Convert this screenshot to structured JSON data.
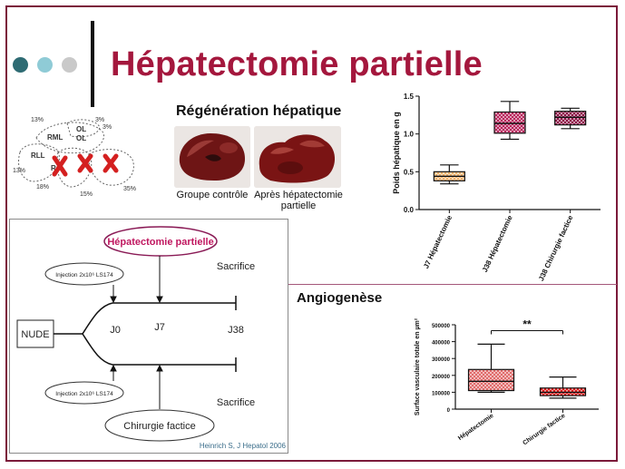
{
  "slide": {
    "title": "Hépatectomie partielle",
    "bullet_colors": [
      "#2e6b73",
      "#8fcbd6",
      "#c9c9c9"
    ],
    "accent_color": "#a4173d"
  },
  "liver_diagram": {
    "labels": [
      "13%",
      "3%",
      "3%",
      "RML",
      "OL",
      "OL",
      "RLL",
      "R",
      "13%",
      "18%",
      "15%",
      "35%"
    ]
  },
  "regeneration": {
    "heading": "Régénération hépatique",
    "caption_control": "Groupe contrôle",
    "caption_after": "Après hépatectomie partielle"
  },
  "protocol": {
    "top_oval": "Hépatectomie partielle",
    "bottom_oval": "Chirurgie factice",
    "nude": "NUDE",
    "injection_top": "Injection 2x10⁶ LS174",
    "injection_bottom": "Injection 2x10⁶ LS174",
    "sacrifice_top": "Sacrifice",
    "sacrifice_bottom": "Sacrifice",
    "j0": "J0",
    "j7": "J7",
    "j38": "J38",
    "credit": "Heinrich S, J Hepatol 2006"
  },
  "angiogenese": {
    "heading": "Angiogenèse"
  },
  "chart_data": [
    {
      "type": "box",
      "ylabel": "Poids hépatique en g",
      "ylim": [
        0.0,
        1.5
      ],
      "yticks": [
        "0.0",
        "0.5",
        "1.0",
        "1.5"
      ],
      "categories": [
        "J7 Hépatectomie",
        "J38 Hépatectomie",
        "J38 Chirurgie factice"
      ],
      "boxes": [
        {
          "min": 0.34,
          "q1": 0.38,
          "median": 0.44,
          "q3": 0.5,
          "max": 0.59,
          "color": "#f2b26b"
        },
        {
          "min": 0.93,
          "q1": 1.01,
          "median": 1.14,
          "q3": 1.29,
          "max": 1.43,
          "color": "#b8235b"
        },
        {
          "min": 1.07,
          "q1": 1.12,
          "median": 1.22,
          "q3": 1.3,
          "max": 1.34,
          "color": "#8d1246"
        }
      ]
    },
    {
      "type": "box",
      "ylabel": "Surface vasculaire totale en µm²",
      "ylim": [
        0,
        500000
      ],
      "yticks": [
        "0",
        "100000",
        "200000",
        "300000",
        "400000",
        "500000"
      ],
      "categories": [
        "Hépatectomie",
        "Chirurgie factice"
      ],
      "significance": "**",
      "boxes": [
        {
          "min": 100000,
          "q1": 110000,
          "median": 165000,
          "q3": 235000,
          "max": 385000,
          "color": "#e06a6a"
        },
        {
          "min": 65000,
          "q1": 80000,
          "median": 100000,
          "q3": 125000,
          "max": 190000,
          "color": "#e01818"
        }
      ]
    }
  ]
}
